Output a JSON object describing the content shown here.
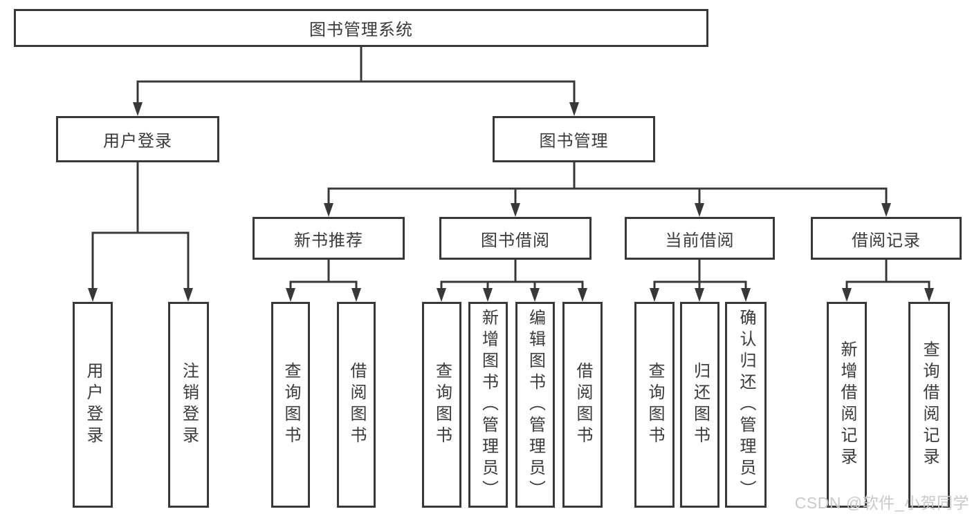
{
  "nodes": {
    "root": "图书管理系统",
    "user_login": "用户登录",
    "book_management": "图书管理",
    "new_book_recommend": "新书推荐",
    "book_borrowing": "图书借阅",
    "current_borrowing": "当前借阅",
    "borrowing_records": "借阅记录",
    "leaf_user_login": "用户登录",
    "leaf_logout": "注销登录",
    "leaf_query_books_a": "查询图书",
    "leaf_borrow_books_a": "借阅图书",
    "leaf_query_books_b": "查询图书",
    "leaf_add_books_admin": "新增图书（管理员）",
    "leaf_edit_books_admin": "编辑图书（管理员）",
    "leaf_borrow_books_b": "借阅图书",
    "leaf_query_books_c": "查询图书",
    "leaf_return_books": "归还图书",
    "leaf_confirm_return_admin": "确认归还（管理员）",
    "leaf_add_borrow_record": "新增借阅记录",
    "leaf_query_borrow_record": "查询借阅记录"
  },
  "watermark": "CSDN @软件_小贺同学",
  "colors": {
    "line": "#383838",
    "text": "#3a3a3a",
    "background": "#ffffff",
    "watermark": "#c9c9c9"
  }
}
